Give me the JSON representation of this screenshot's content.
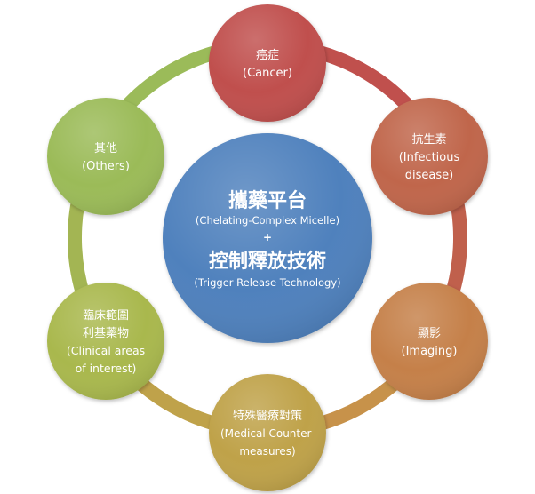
{
  "center": {
    "line1": "攜藥平台",
    "line2": "(Chelating-Complex Micelle)",
    "plus": "+",
    "line3": "控制釋放技術",
    "line4": "(Trigger Release Technology)",
    "color": "#4f81bd"
  },
  "nodes": [
    {
      "id": "cancer",
      "lines": [
        "癌症",
        "(Cancer)"
      ],
      "color": "#c0504d"
    },
    {
      "id": "infectious",
      "lines": [
        "抗生素",
        "(Infectious",
        "disease)"
      ],
      "color": "#c0664b"
    },
    {
      "id": "imaging",
      "lines": [
        "顯影",
        "(Imaging)"
      ],
      "color": "#c5804a"
    },
    {
      "id": "medical",
      "lines": [
        "特殊醫療對策",
        "(Medical Counter-",
        "measures)"
      ],
      "color": "#bfa24a"
    },
    {
      "id": "clinical",
      "lines": [
        "臨床範圍",
        "利基藥物",
        "(Clinical areas",
        "of interest)"
      ],
      "color": "#a9b84e"
    },
    {
      "id": "others",
      "lines": [
        "其他",
        "(Others)"
      ],
      "color": "#9bbb59"
    }
  ],
  "arcs": [
    {
      "from": "cancer",
      "to": "infectious",
      "color": "#c0504d"
    },
    {
      "from": "infectious",
      "to": "imaging",
      "color": "#c0604c"
    },
    {
      "from": "imaging",
      "to": "medical",
      "color": "#c7924a"
    },
    {
      "from": "medical",
      "to": "clinical",
      "color": "#bfa24a"
    },
    {
      "from": "clinical",
      "to": "others",
      "color": "#a3b553"
    },
    {
      "from": "others",
      "to": "cancer",
      "color": "#9bbb59"
    }
  ]
}
